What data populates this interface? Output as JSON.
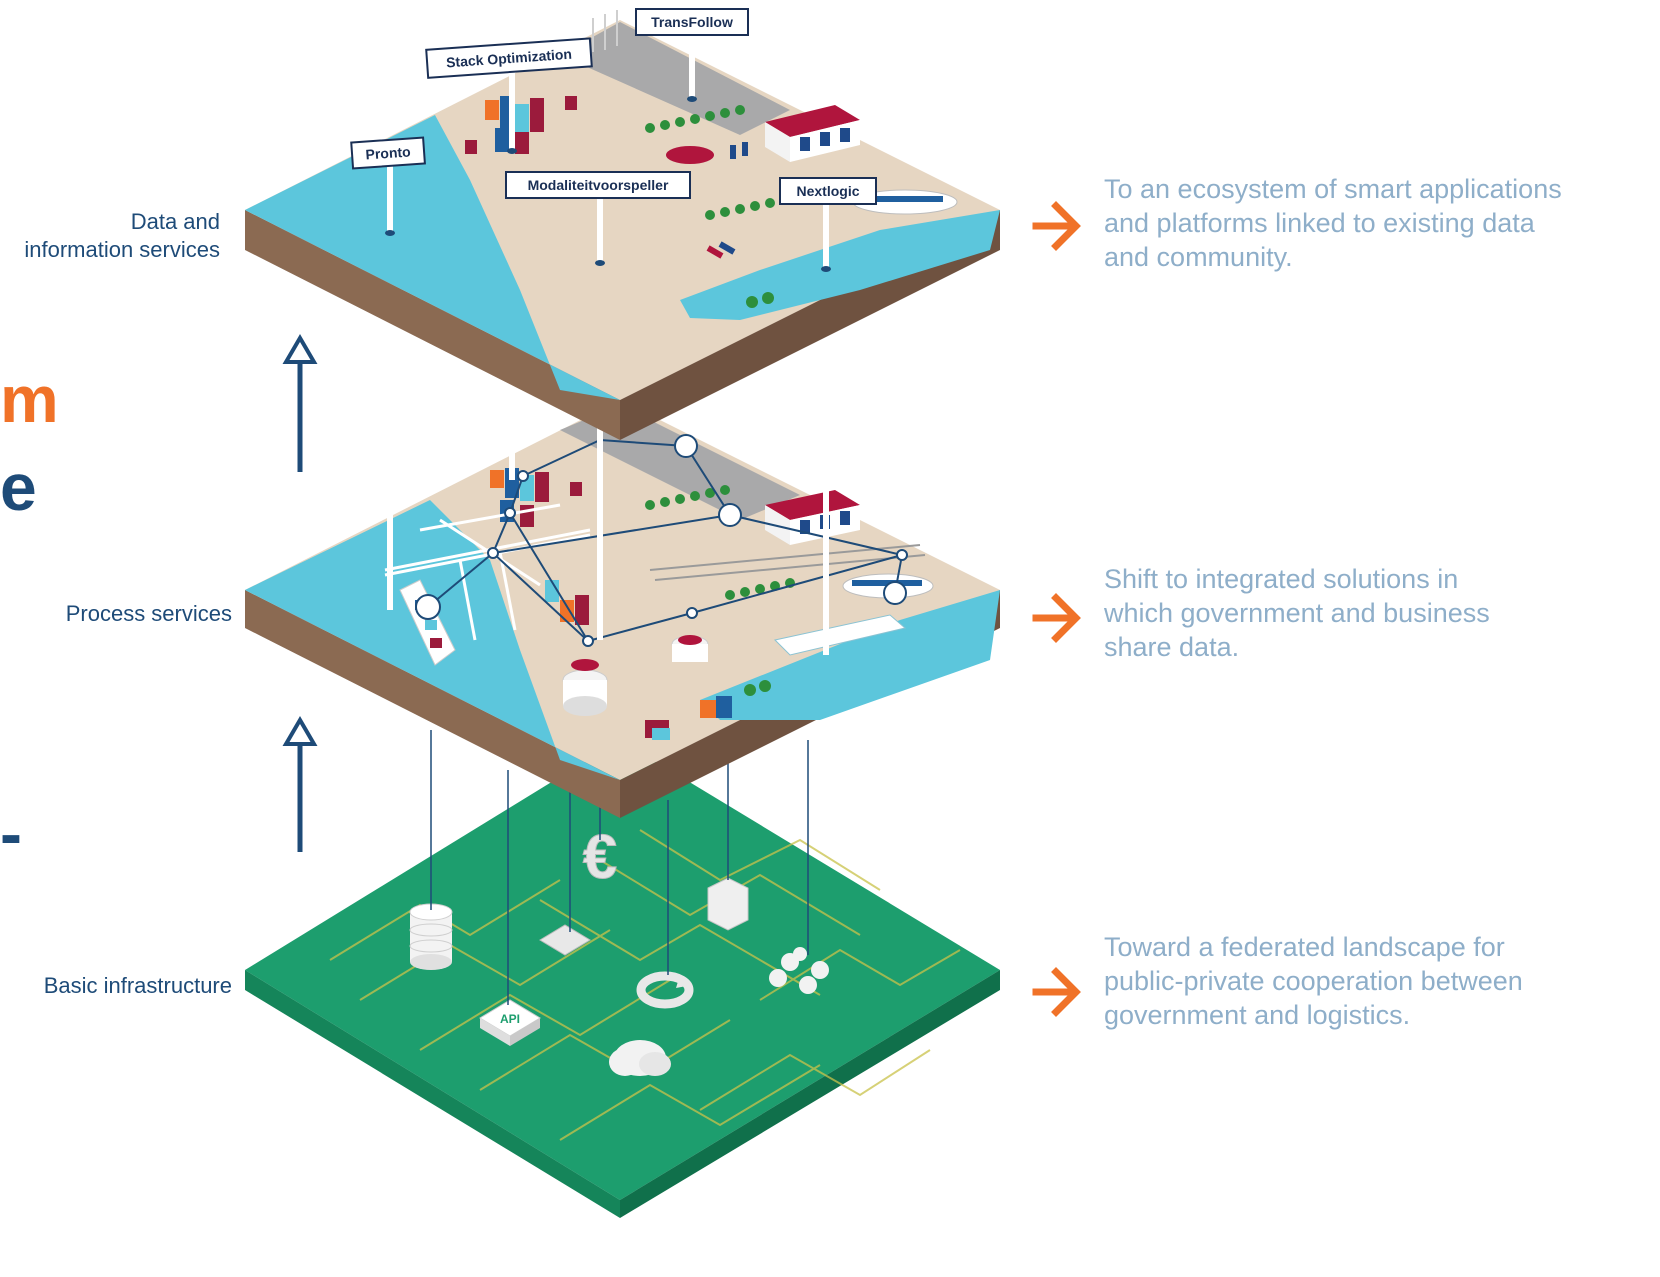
{
  "left_cut_text": [
    "m",
    "e",
    "-"
  ],
  "layers": [
    {
      "label": "Data and\ninformation services",
      "description": "To an ecosystem of smart applications and platforms linked to existing data and community."
    },
    {
      "label": "Process services",
      "description": "Shift to integrated solutions in which government and business share data."
    },
    {
      "label": "Basic infrastructure",
      "description": "Toward a federated landscape for public-private cooperation between government and logistics."
    }
  ],
  "signs": [
    "TransFollow",
    "Stack Optimization",
    "Pronto",
    "Modaliteitvoorspeller",
    "Nextlogic"
  ],
  "infra_icons": [
    "API"
  ],
  "colors": {
    "accent_orange": "#f07228",
    "navy": "#1e4b78",
    "desc_blue": "#8eaec9",
    "water": "#5cc6dc",
    "land": "#e6d6c2",
    "circuit_green": "#1a9a6c"
  }
}
